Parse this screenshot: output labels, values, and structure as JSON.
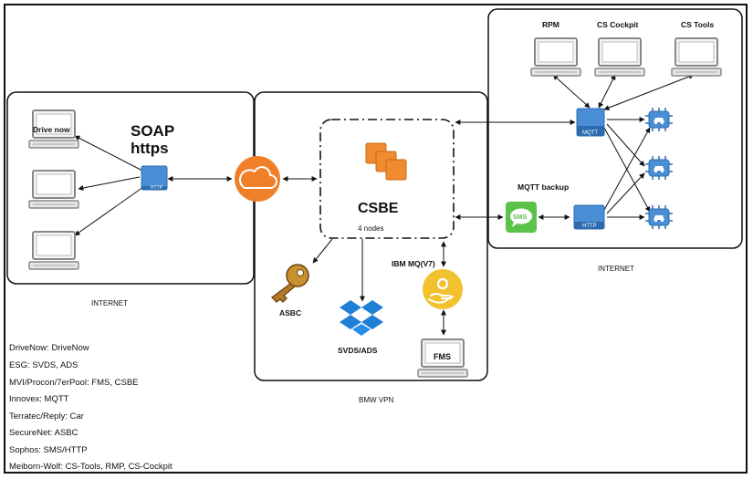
{
  "zones": {
    "left": "INTERNET",
    "center": "BMW VPN",
    "right": "INTERNET"
  },
  "protocol_label": [
    "SOAP",
    "https"
  ],
  "clients": [
    "Drive now"
  ],
  "right_clients": [
    "RPM",
    "CS Cockpit",
    "CS Tools"
  ],
  "csbe": {
    "title": "CSBE",
    "subtitle": "4 nodes"
  },
  "components": {
    "asbc": "ASBC",
    "svds": "SVDS/ADS",
    "mq": "IBM MQ(V7)",
    "fms": "FMS",
    "mqtt_backup": "MQTT backup",
    "sms": "SMS",
    "http": "HTTP",
    "mqtt": "MQTT"
  },
  "legend": [
    "DriveNow: DriveNow",
    "ESG: SVDS, ADS",
    "MVI/Procon/7erPool: FMS, CSBE",
    "Innovex: MQTT",
    "Terratec/Reply: Car",
    "SecureNet: ASBC",
    "Sophos: SMS/HTTP",
    "Meiborn-Wolf: CS-Tools, RMP, CS-Cockpit"
  ],
  "colors": {
    "accent_blue": "#4a8fd6",
    "cloud_orange": "#f07f2a",
    "aws_orange": "#f08b2e",
    "sms_green": "#5cc24a",
    "mq_yellow": "#f2c12e",
    "dropbox_blue": "#1f7fd6",
    "key_brown": "#b07a2a"
  }
}
